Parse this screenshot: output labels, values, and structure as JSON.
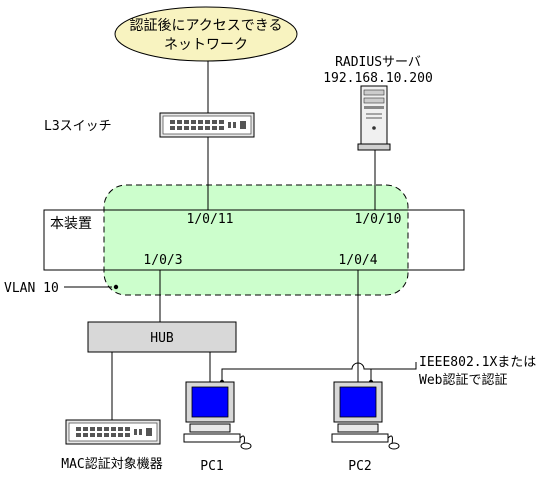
{
  "cloud": {
    "line1": "認証後にアクセスできる",
    "line2": "ネットワーク"
  },
  "l3_switch": {
    "label": "L3スイッチ"
  },
  "radius_server": {
    "label": "RADIUSサーバ",
    "ip": "192.168.10.200"
  },
  "device": {
    "label": "本装置",
    "ports": {
      "p11": "1/0/11",
      "p10": "1/0/10",
      "p3": "1/0/3",
      "p4": "1/0/4"
    }
  },
  "vlan": {
    "label": "VLAN 10"
  },
  "hub": {
    "label": "HUB"
  },
  "auth_note": {
    "line1": "IEEE802.1Xまたは",
    "line2": "Web認証で認証"
  },
  "mac_device": {
    "label": "MAC認証対象機器"
  },
  "pc1": {
    "label": "PC1"
  },
  "pc2": {
    "label": "PC2"
  },
  "colors": {
    "cloud_fill": "#f8f3c0",
    "vlan_fill": "#ccfecc",
    "hub_fill": "#d8d8d8",
    "screen_fill": "#0000ff"
  }
}
